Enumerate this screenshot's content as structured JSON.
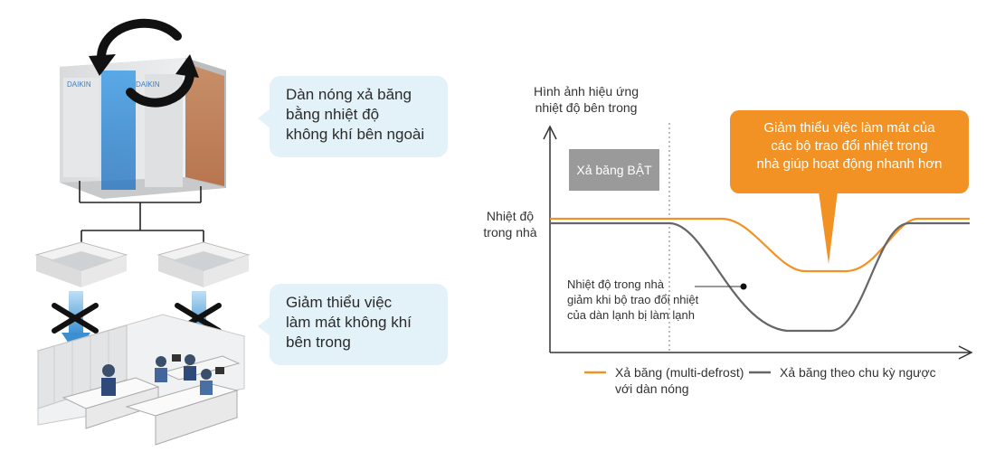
{
  "left_panel": {
    "bubble_top": [
      "Dàn nóng xả băng",
      "bằng nhiệt độ",
      "không khí bên ngoài"
    ],
    "bubble_bottom": [
      "Giảm thiểu việc",
      "làm mát không khí",
      "bên trong"
    ],
    "colors": {
      "bubble": "#e3f1f8",
      "airflow": "#3b8fd1",
      "cross": "#111111"
    }
  },
  "chart": {
    "y_axis_title": [
      "Hình ảnh hiệu ứng",
      "nhiệt độ bên trong"
    ],
    "indoor_temp_label": [
      "Nhiệt độ",
      "trong nhà"
    ],
    "defrost_on_label": "Xả băng BẬT",
    "callout": [
      "Giảm thiểu việc làm mát của",
      "các bộ trao đổi nhiệt trong",
      "nhà giúp hoạt động nhanh hơn"
    ],
    "annotation": [
      "Nhiệt độ trong nhà",
      "giảm khi bộ trao đổi nhiệt",
      "của dàn lạnh bị làm lạnh"
    ],
    "legend": {
      "multi": [
        "Xả băng (multi-defrost)",
        "với dàn nóng"
      ],
      "reverse": "Xả băng theo chu kỳ ngược"
    },
    "colors": {
      "multi": "#f39224",
      "reverse": "#666666",
      "callout_bg": "#f39224",
      "defrost_box": "#9a9a9a"
    }
  }
}
